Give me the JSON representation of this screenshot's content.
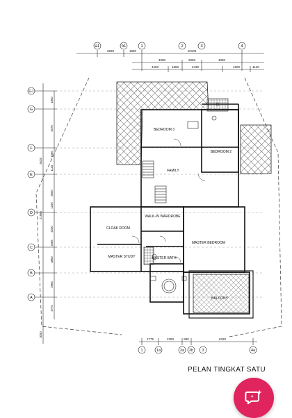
{
  "caption": "PELAN TINGKAT SATU",
  "colors": {
    "fab": "#e0245e",
    "ink": "#111111"
  },
  "grid_top": [
    "a1",
    "b1",
    "1",
    "2",
    "3",
    "4"
  ],
  "grid_bottom": [
    "1",
    "1a",
    "2a",
    "2b",
    "3",
    "4a"
  ],
  "grid_left": [
    "G1",
    "G",
    "F",
    "E",
    "D",
    "C",
    "B",
    "A"
  ],
  "dims_top_row1": [
    "2530",
    "1850",
    "10100"
  ],
  "dims_top_row2": [
    "4080",
    "2060",
    "4080"
  ],
  "dims_top_row3": [
    "4460",
    "1650",
    "2430",
    "1600",
    "1120"
  ],
  "dims_bottom": [
    "1775",
    "2350",
    "990",
    "6320"
  ],
  "dims_left_inner": [
    "1860",
    "4070",
    "1050",
    "1110",
    "3900",
    "1206",
    "4200",
    "2685",
    "3860",
    "2965",
    "4775"
  ],
  "dims_left_outer": [
    "4628",
    "21958",
    "3050"
  ],
  "rooms": {
    "bedroom3": "BEDROOM 3",
    "bedroom2": "BEDROOM 2",
    "family": "FAMILY",
    "walk_in": "WALK-IN WARDROBE",
    "cloak": "CLOAK ROOM",
    "master_bedroom": "MASTER BEDROOM",
    "master_study": "MASTER STUDY",
    "master_bath": "MASTER BATH",
    "balcony": "BALCONY"
  },
  "icons": {
    "fab": "chat-sparkle-icon"
  }
}
